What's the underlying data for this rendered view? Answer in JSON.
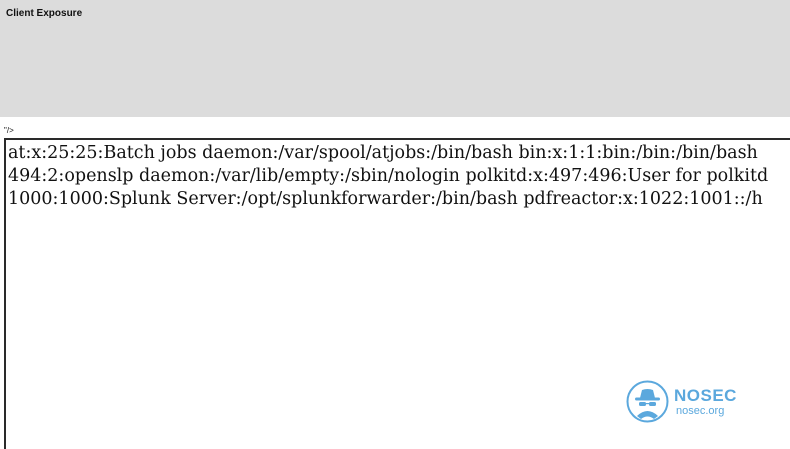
{
  "header": {
    "title": "Client Exposure"
  },
  "stray_text": "\"/>",
  "output": {
    "lines": [
      "at:x:25:25:Batch jobs daemon:/var/spool/atjobs:/bin/bash bin:x:1:1:bin:/bin:/bin/bash",
      "494:2:openslp daemon:/var/lib/empty:/sbin/nologin polkitd:x:497:496:User for polkitd",
      "1000:1000:Splunk Server:/opt/splunkforwarder:/bin/bash pdfreactor:x:1022:1001::/h"
    ]
  },
  "watermark": {
    "name": "NOSEC",
    "url": "nosec.org",
    "logo_icon": "spy-hat-icon",
    "color": "#5ba8dd"
  },
  "colors": {
    "header_background": "#dcdcdc",
    "page_background": "#ffffff",
    "text": "#111111",
    "border": "#2a2a2a"
  }
}
